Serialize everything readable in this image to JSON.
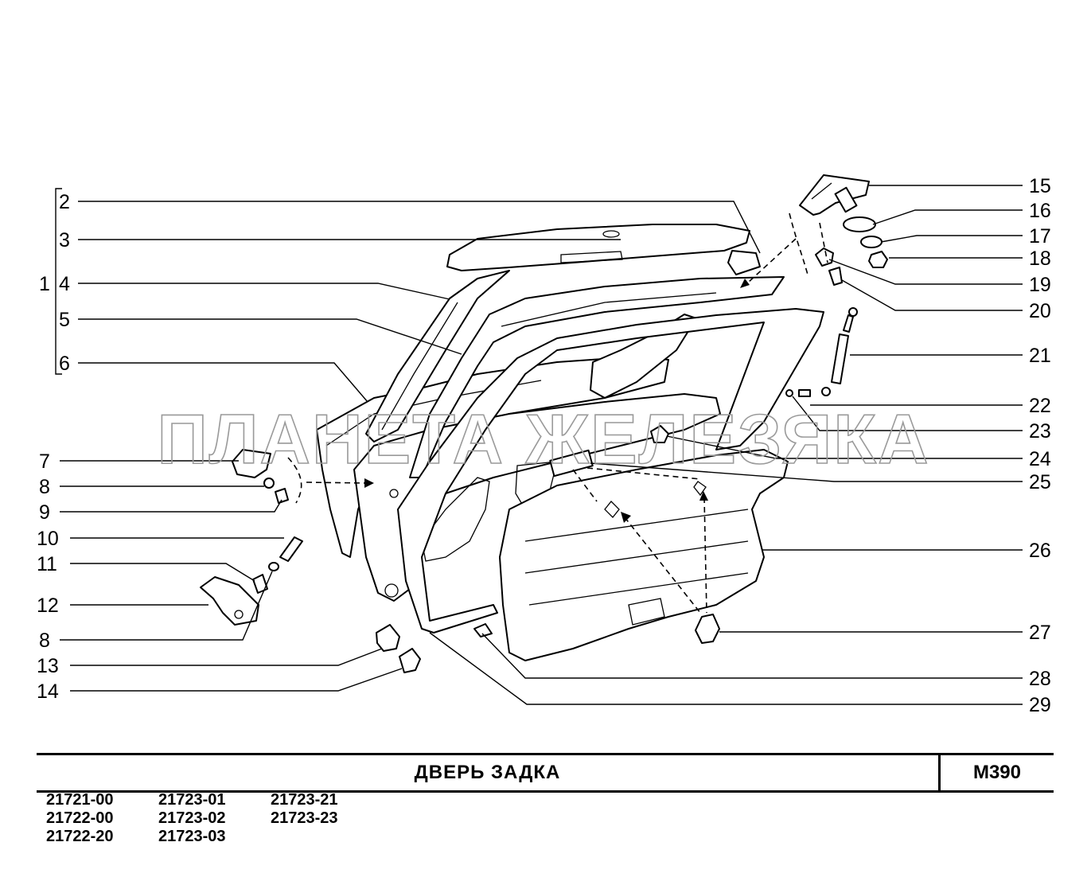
{
  "title": "ДВЕРЬ   ЗАДКА",
  "code": "M390",
  "watermark": "ПЛАНЕТА ЖЕЛЕЗЯКА",
  "models": [
    [
      "21721-00",
      "21722-00",
      "21722-20"
    ],
    [
      "21723-01",
      "21723-02",
      "21723-03"
    ],
    [
      "21723-21",
      "21723-23"
    ]
  ],
  "callouts": {
    "n1": "1",
    "n2": "2",
    "n3": "3",
    "n4": "4",
    "n5": "5",
    "n6": "6",
    "n7": "7",
    "n8a": "8",
    "n9": "9",
    "n10": "10",
    "n11": "11",
    "n12": "12",
    "n8b": "8",
    "n13": "13",
    "n14": "14",
    "n15": "15",
    "n16": "16",
    "n17": "17",
    "n18": "18",
    "n19": "19",
    "n20": "20",
    "n21": "21",
    "n22": "22",
    "n23": "23",
    "n24": "24",
    "n25": "25",
    "n26": "26",
    "n27": "27",
    "n28": "28",
    "n29": "29"
  }
}
